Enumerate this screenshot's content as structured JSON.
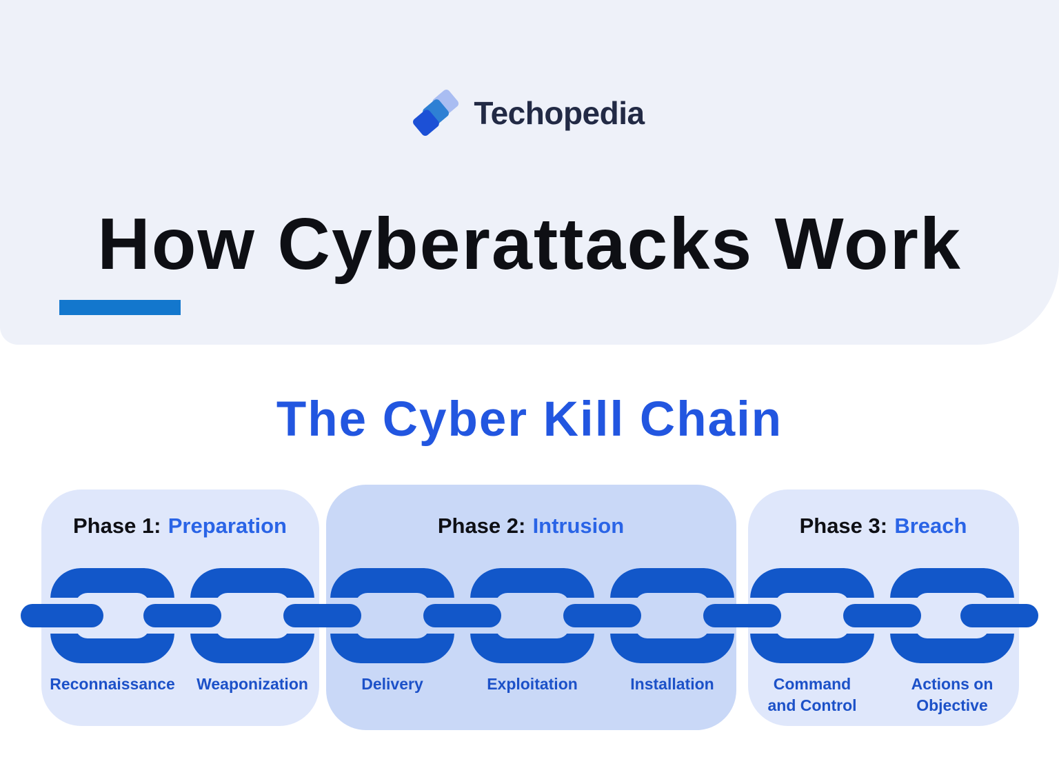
{
  "brand": {
    "name": "Techopedia"
  },
  "hero": {
    "title": "How Cyberattacks Work"
  },
  "subtitle": "The Cyber Kill Chain",
  "phases": [
    {
      "prefix": "Phase 1:",
      "name": "Preparation"
    },
    {
      "prefix": "Phase 2:",
      "name": "Intrusion"
    },
    {
      "prefix": "Phase 3:",
      "name": "Breach"
    }
  ],
  "chain_steps": [
    {
      "label": "Reconnaissance"
    },
    {
      "label": "Weaponization"
    },
    {
      "label": "Delivery"
    },
    {
      "label": "Exploitation"
    },
    {
      "label": "Installation"
    },
    {
      "label": "Command",
      "label2": "and Control"
    },
    {
      "label": "Actions on",
      "label2": "Objective"
    }
  ],
  "colors": {
    "hero_bg": "#eef1f9",
    "phase_light_bg": "#dfe7fb",
    "phase_dark_bg": "#c9d8f7",
    "chain_blue": "#1257c9",
    "label_blue": "#1c51c8",
    "accent_blue": "#2a64e6",
    "kill_chain_blue": "#2256e0",
    "underline_blue": "#1377cd",
    "title_black": "#0e0f14",
    "logo_navy": "#222a45",
    "logo_square_dark": "#1c50d6",
    "logo_square_mid": "#2e80d4",
    "logo_square_light": "#a9bdf2"
  }
}
